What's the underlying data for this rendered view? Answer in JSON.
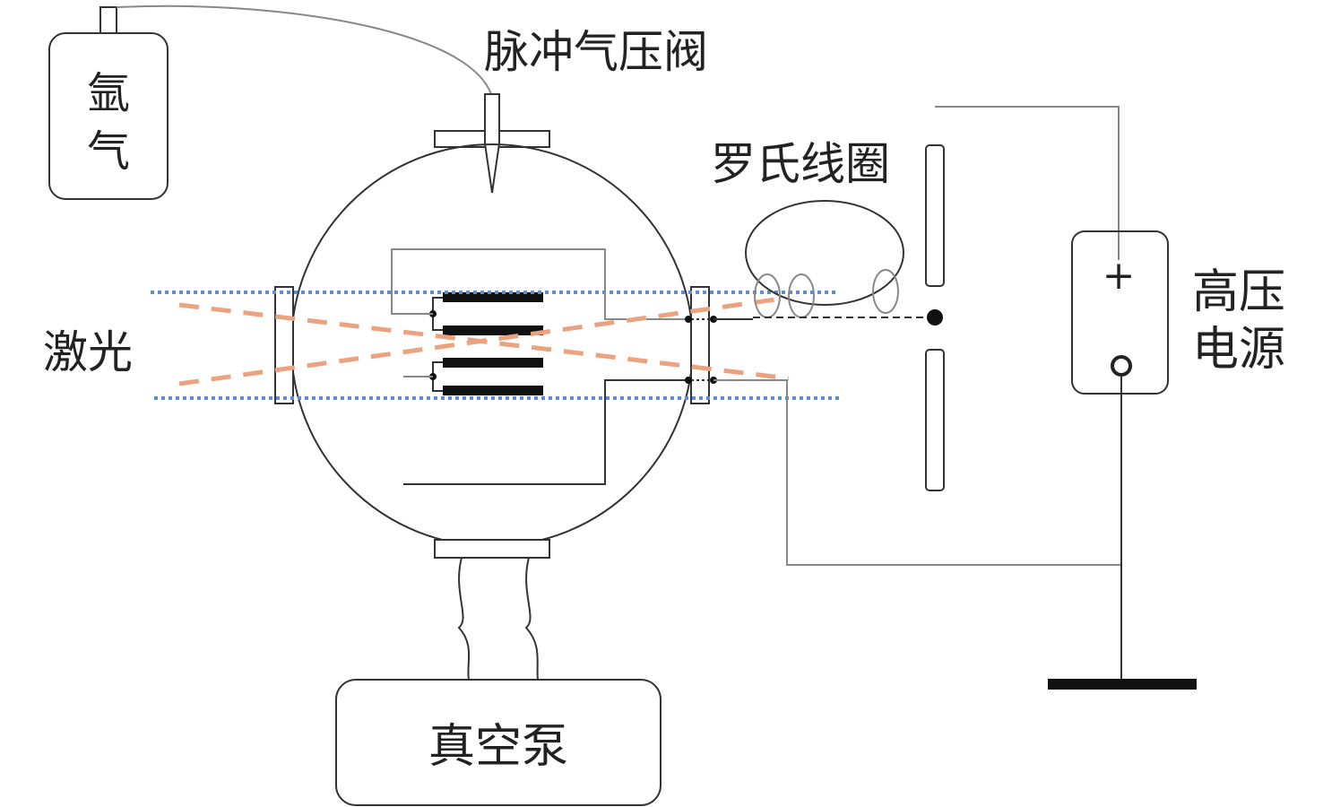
{
  "labels": {
    "argon_line1": "氩",
    "argon_line2": "气",
    "pulse_valve": "脉冲气压阀",
    "rogowski_coil": "罗氏线圈",
    "laser": "激光",
    "hv_line1": "高压",
    "hv_line2": "电源",
    "vacuum_pump": "真空泵",
    "plus": "+"
  },
  "colors": {
    "laser": "#eba27e",
    "beam": "#5b8fcf"
  }
}
